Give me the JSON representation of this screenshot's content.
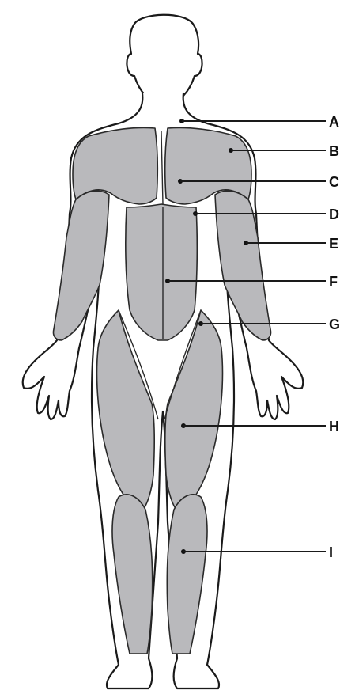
{
  "labels": [
    {
      "id": "a",
      "text": "A"
    },
    {
      "id": "b",
      "text": "B"
    },
    {
      "id": "c",
      "text": "C"
    },
    {
      "id": "d",
      "text": "D"
    },
    {
      "id": "e",
      "text": "E"
    },
    {
      "id": "f",
      "text": "F"
    },
    {
      "id": "g",
      "text": "G"
    },
    {
      "id": "h",
      "text": "H"
    },
    {
      "id": "i",
      "text": "I"
    }
  ],
  "colors": {
    "muscle_fill": "#b9b9bc",
    "outline": "#1a1a1a",
    "background": "#ffffff"
  }
}
